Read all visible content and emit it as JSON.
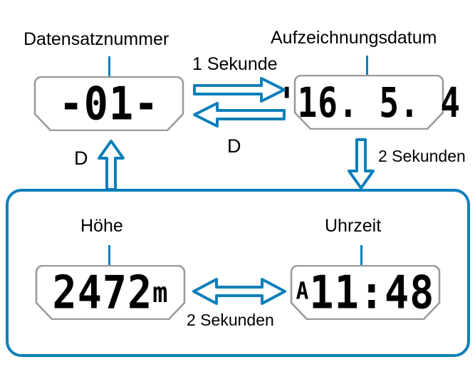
{
  "diagram": {
    "title_nodes": {
      "record_number_label": "Datensatznummer",
      "record_date_label": "Aufzeichnungsdatum",
      "altitude_label": "Höhe",
      "time_label": "Uhrzeit"
    },
    "displays": {
      "record_number": {
        "value": "-01-",
        "name": "record-number-display"
      },
      "record_date": {
        "value": "'16. 5. 4",
        "name": "record-date-display"
      },
      "altitude": {
        "number": "2472",
        "unit": "m",
        "name": "altitude-display"
      },
      "clock": {
        "ampm": "A",
        "value": "11:48",
        "name": "clock-display"
      }
    },
    "transitions": {
      "top_right_delay": "1 Sekunde",
      "top_return_key": "D",
      "left_up_key": "D",
      "down_delay": "2 Sekunden",
      "bottom_delay": "2 Sekunden"
    },
    "colors": {
      "accent_blue": "#0d7fba",
      "panel_border": "#999999",
      "text": "#000000",
      "background": "#ffffff"
    }
  }
}
